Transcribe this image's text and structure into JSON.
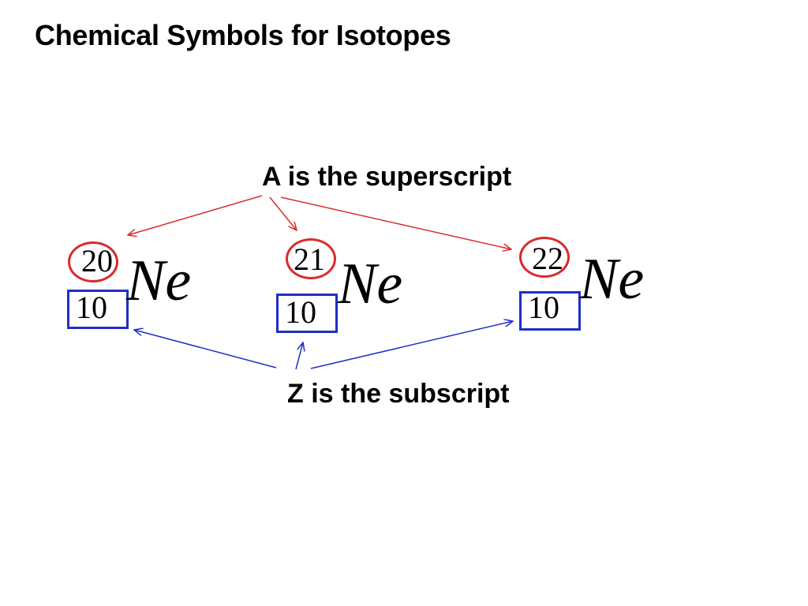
{
  "title": "Chemical Symbols for Isotopes",
  "superscript_label": "A is the superscript",
  "subscript_label": "Z is the subscript",
  "isotopes": [
    {
      "symbol": "Ne",
      "mass_number": "20",
      "atomic_number": "10"
    },
    {
      "symbol": "Ne",
      "mass_number": "21",
      "atomic_number": "10"
    },
    {
      "symbol": "Ne",
      "mass_number": "22",
      "atomic_number": "10"
    }
  ],
  "colors": {
    "mass_highlight": "#d92b2b",
    "atomic_highlight": "#1f2fc4",
    "text": "#000000",
    "background": "#ffffff"
  }
}
